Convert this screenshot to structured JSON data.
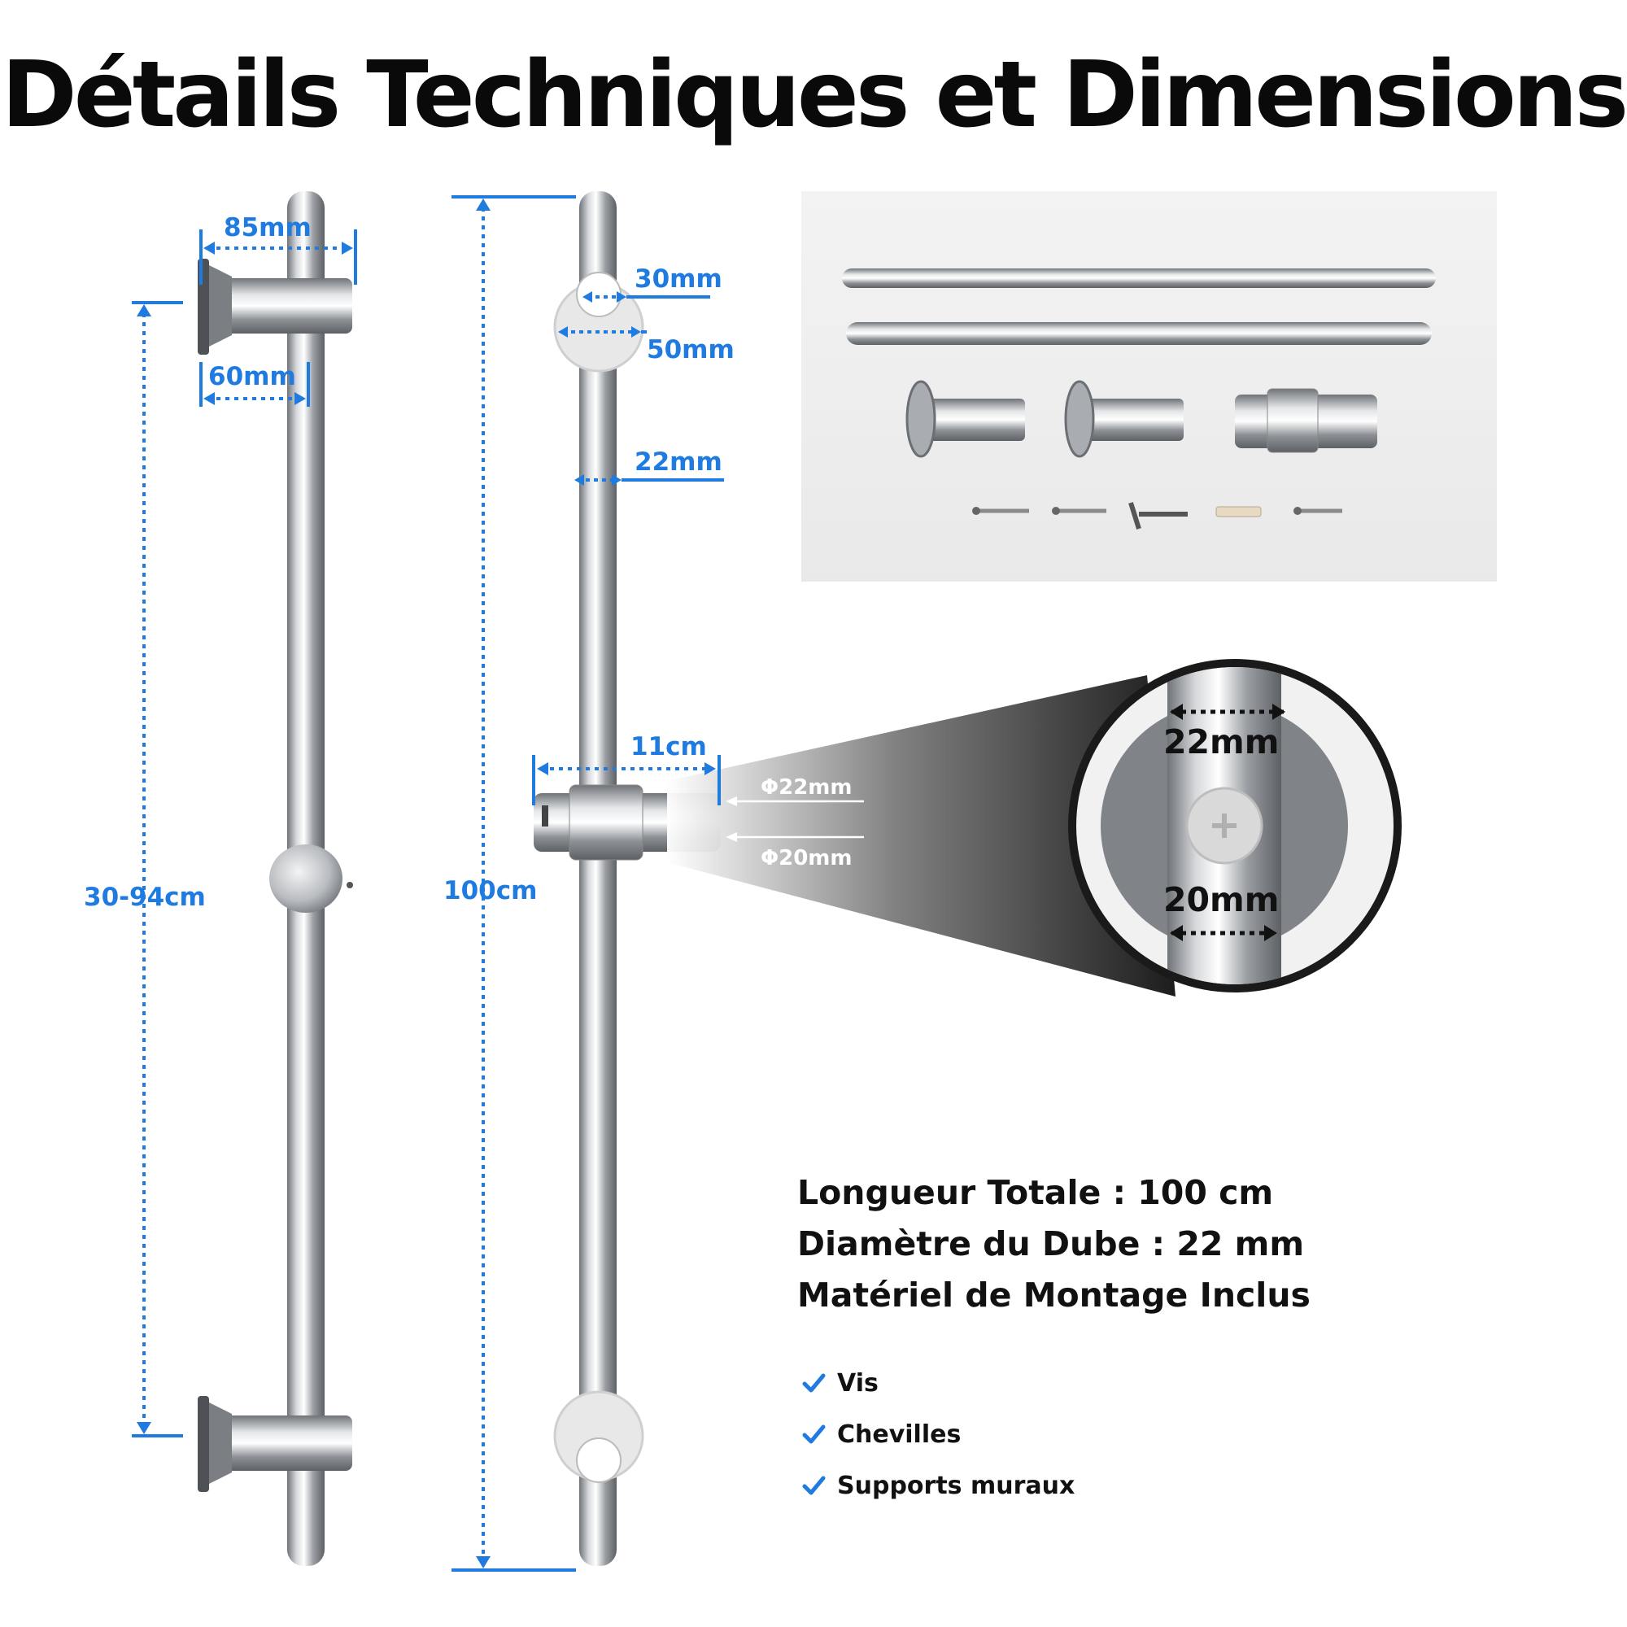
{
  "title": "Détails Techniques et Dimensions",
  "dimensions": {
    "bracket_width": "85mm",
    "bracket_depth": "60mm",
    "adjustable_spacing": "30-94cm",
    "total_length": "100cm",
    "cap_inner": "30mm",
    "cap_outer": "50mm",
    "tube_diameter": "22mm",
    "holder_length": "11cm",
    "holder_outer_diameter": "Φ22mm",
    "holder_inner_diameter": "Φ20mm",
    "zoom_top": "22mm",
    "zoom_bottom": "20mm"
  },
  "specs": {
    "line1": "Longueur Totale : 100 cm",
    "line2": "Diamètre du Dube : 22 mm",
    "line3": "Matériel de Montage Inclus"
  },
  "included": [
    "Vis",
    "Chevilles",
    "Supports muraux"
  ],
  "colors": {
    "accent": "#1f7be0",
    "text": "#111111",
    "chrome_light": "#f2f2f2",
    "chrome_dark": "#6f7378"
  }
}
